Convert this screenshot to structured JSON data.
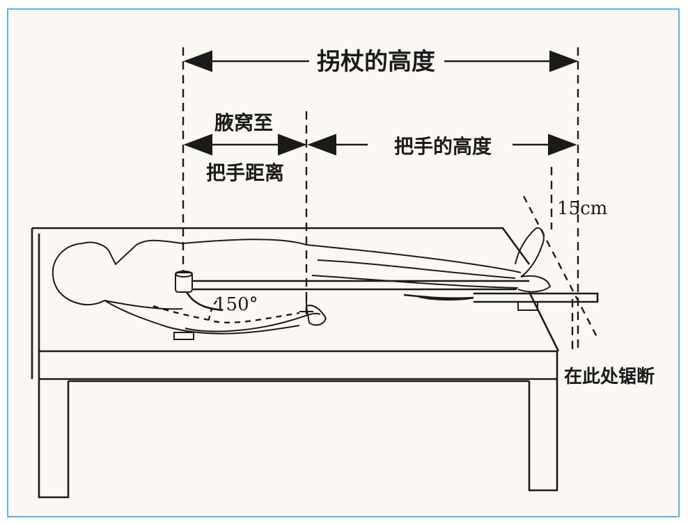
{
  "labels": {
    "crutch_height": "拐杖的高度",
    "armpit_to_handle_top": "腋窝至",
    "armpit_to_handle_bottom": "把手距离",
    "handle_height": "把手的高度",
    "distance_15cm": "15cm",
    "angle": "150°",
    "cut_here": "在此处锯断"
  },
  "colors": {
    "frame_border": "#5bb1e6",
    "background": "#fbf7f3",
    "ink": "#1a1a1a"
  }
}
